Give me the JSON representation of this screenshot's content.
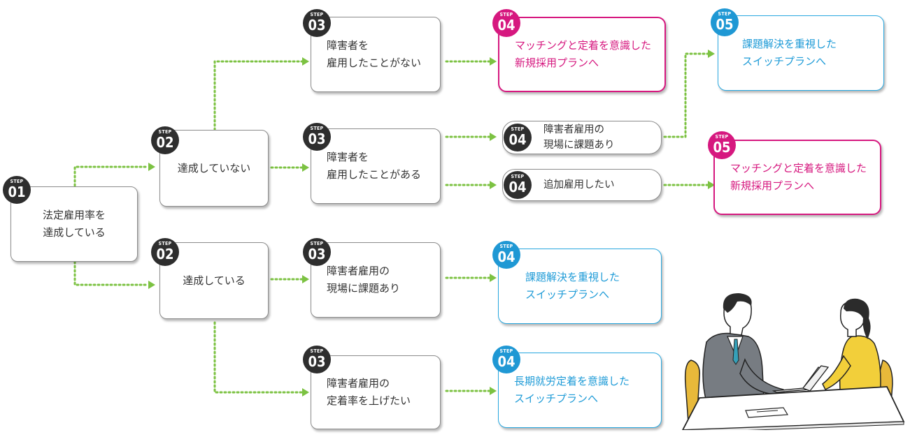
{
  "step_word": "STEP",
  "steps": [
    {
      "id": "s01",
      "step": "01",
      "text": "法定雇用率を\n達成している"
    },
    {
      "id": "s02a",
      "step": "02",
      "text": "達成していない"
    },
    {
      "id": "s02b",
      "step": "02",
      "text": "達成している"
    },
    {
      "id": "s03a",
      "step": "03",
      "text": "障害者を\n雇用したことがない"
    },
    {
      "id": "s03b",
      "step": "03",
      "text": "障害者を\n雇用したことがある"
    },
    {
      "id": "s03c",
      "step": "03",
      "text": "障害者雇用の\n現場に課題あり"
    },
    {
      "id": "s03d",
      "step": "03",
      "text": "障害者雇用の\n定着率を上げたい"
    },
    {
      "id": "s04a",
      "step": "04",
      "text": "マッチングと定着を意識した\n新規採用プランへ"
    },
    {
      "id": "s04b",
      "step": "04",
      "text": "障害者雇用の\n現場に課題あり"
    },
    {
      "id": "s04c",
      "step": "04",
      "text": "追加雇用したい"
    },
    {
      "id": "s04d",
      "step": "04",
      "text": "課題解決を重視した\nスイッチプランへ"
    },
    {
      "id": "s04e",
      "step": "04",
      "text": "長期就労定着を意識した\nスイッチプランへ"
    },
    {
      "id": "s05a",
      "step": "05",
      "text": "課題解決を重視した\nスイッチプランへ"
    },
    {
      "id": "s05b",
      "step": "05",
      "text": "マッチングと定着を意識した\n新規採用プランへ"
    }
  ],
  "colors": {
    "connector": "#7cc242",
    "pink": "#d6187f",
    "blue": "#1f98d4",
    "badge_default": "#2e2e2e",
    "box_border": "#8c8c8c"
  },
  "illustration": "business-meeting-illustration"
}
